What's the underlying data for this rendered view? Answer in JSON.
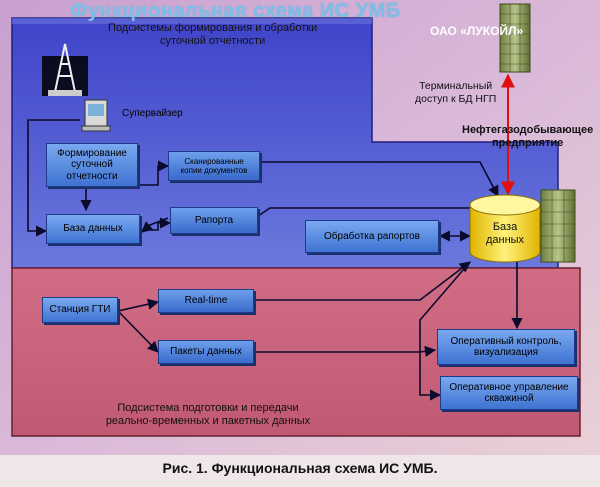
{
  "title": "Функциональная схема ИС УМБ",
  "lukoil_label": "ОАО «ЛУКОЙЛ»",
  "top_subsystem": [
    "Подсистемы формирования  и обработки",
    "суточной отчетности"
  ],
  "supervisor": "Супервайзер",
  "terminal_access": [
    "Терминальный",
    "доступ к БД НГП"
  ],
  "oil_company": [
    "Нефтегазодобывающее",
    "предприятие"
  ],
  "boxes": {
    "daily_report": [
      "Формирование",
      "суточной",
      "отчетности"
    ],
    "scanned_docs": [
      "Сканированные",
      "копии документов"
    ],
    "database_left": "База данных",
    "reports": "Рапорта",
    "report_processing": "Обработка рапортов",
    "gti_station": "Станция ГТИ",
    "realtime": "Real-time",
    "data_packets": "Пакеты данных",
    "monitoring": [
      "Оперативный контроль,",
      "визуализация"
    ],
    "well_control": [
      "Оперативное управление",
      "скважиной"
    ]
  },
  "database_main": [
    "База",
    "данных"
  ],
  "bottom_subsystem": [
    "Подсистема подготовки и передачи",
    "реально-временных и пакетных данных"
  ],
  "caption": "Рис. 1. Функциональная схема ИС УМБ.",
  "colors": {
    "blue_region": "#4a55d0",
    "red_region": "#c85a78",
    "red_link": "#e11010",
    "box_blue": "#4f82dd"
  }
}
